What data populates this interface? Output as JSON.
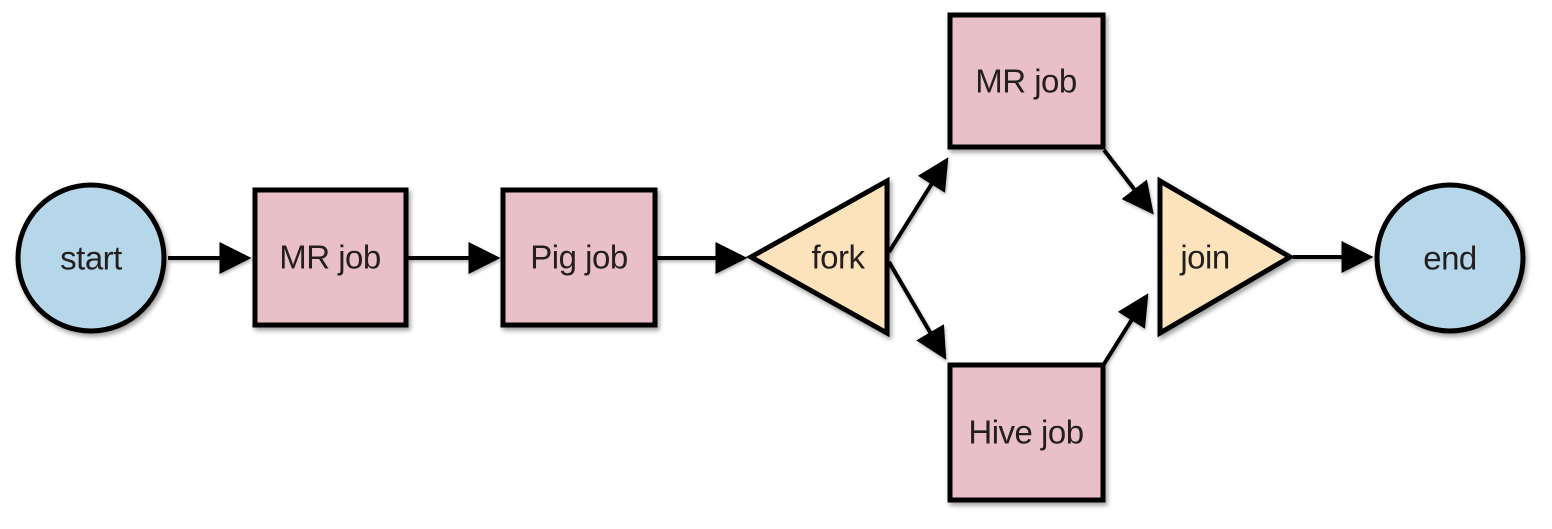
{
  "diagram": {
    "kind": "workflow-flowchart",
    "description": "Workflow DAG: start to MR job to Pig job, fork into parallel MR job and Hive job, join, then end",
    "background": "#ffffff",
    "colors": {
      "start_end_fill": "#b5d7e9",
      "action_fill": "#eac0c8",
      "fork_join_fill": "#fce3bc",
      "stroke": "#000000",
      "text": "#231f20"
    },
    "nodes": [
      {
        "id": "start",
        "shape": "circle",
        "label": "start"
      },
      {
        "id": "mr-job-1",
        "shape": "rect",
        "label": "MR job"
      },
      {
        "id": "pig-job",
        "shape": "rect",
        "label": "Pig job"
      },
      {
        "id": "fork",
        "shape": "triangle-left",
        "label": "fork"
      },
      {
        "id": "mr-job-2",
        "shape": "rect",
        "label": "MR job"
      },
      {
        "id": "hive-job",
        "shape": "rect",
        "label": "Hive job"
      },
      {
        "id": "join",
        "shape": "triangle-right",
        "label": "join"
      },
      {
        "id": "end",
        "shape": "circle",
        "label": "end"
      }
    ],
    "edges": [
      {
        "from": "start",
        "to": "mr-job-1"
      },
      {
        "from": "mr-job-1",
        "to": "pig-job"
      },
      {
        "from": "pig-job",
        "to": "fork"
      },
      {
        "from": "fork",
        "to": "mr-job-2"
      },
      {
        "from": "fork",
        "to": "hive-job"
      },
      {
        "from": "mr-job-2",
        "to": "join"
      },
      {
        "from": "hive-job",
        "to": "join"
      },
      {
        "from": "join",
        "to": "end"
      }
    ]
  }
}
